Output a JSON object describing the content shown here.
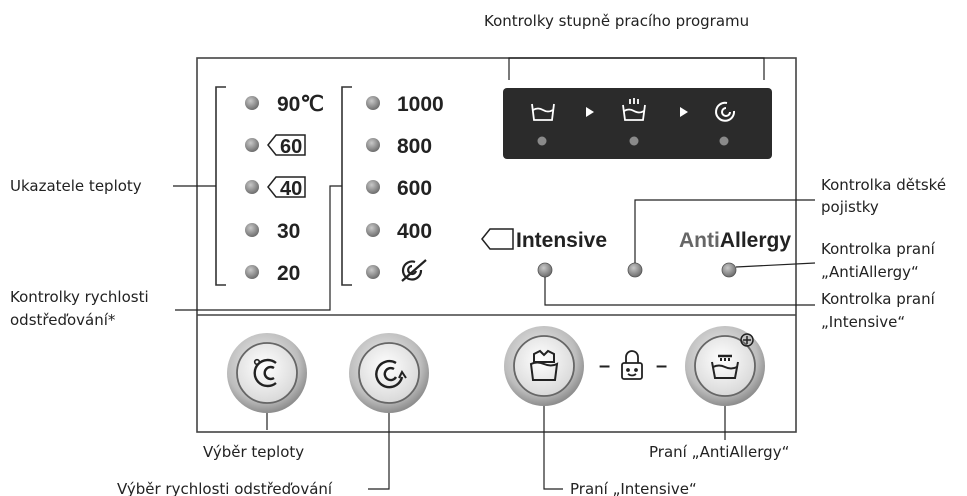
{
  "labels": {
    "wash_stage": "Kontrolky stupně pracího programu",
    "temp": "Ukazatele teploty",
    "spin_1": "Kontrolky rychlosti",
    "spin_2": "odstřeďování*",
    "child_lock_1": "Kontrolka dětské",
    "child_lock_2": "pojistky",
    "aa_ind_1": "Kontrolka praní",
    "aa_ind_2": "„AntiAllergy“",
    "int_ind_1": "Kontrolka praní",
    "int_ind_2": "„Intensive“",
    "temp_btn": "Výběr teploty",
    "spin_btn": "Výběr rychlosti odstřeďování",
    "int_btn": "Praní „Intensive“",
    "aa_btn": "Praní „AntiAllergy“"
  },
  "panel": {
    "temps": [
      "90℃",
      "60",
      "40",
      "30",
      "20"
    ],
    "spins": [
      "1000",
      "800",
      "600",
      "400"
    ],
    "intensive": "Intensive",
    "anti_1": "Anti",
    "anti_2": "Allergy",
    "dash": "–"
  },
  "colors": {
    "panel_border": "#444444",
    "display_bg": "#2b2b2b",
    "led": "#8a8a8a"
  },
  "icons": [
    "wash-icon",
    "rinse-icon",
    "spin-icon",
    "spin-off-icon",
    "thermometer-c-icon",
    "spin-arrow-icon",
    "intensive-shirt-icon",
    "child-lock-icon",
    "antiallergy-tub-icon"
  ]
}
